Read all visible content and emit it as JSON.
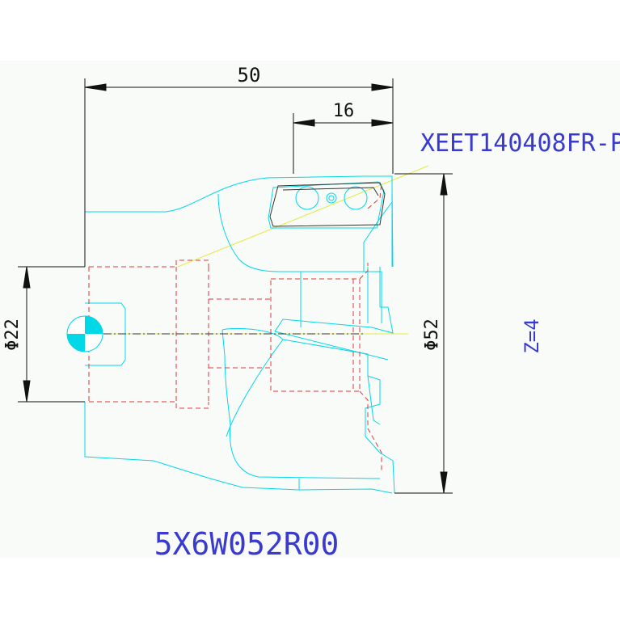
{
  "dimensions": {
    "overall_length": "50",
    "insert_offset": "16",
    "bore_diameter": "Φ22",
    "cutter_diameter": "Φ52"
  },
  "insert_code": "XEET140408FR-P",
  "teeth": "Z=4",
  "part_number": "5X6W052R00",
  "colors": {
    "outline": "#00d8e8",
    "hidden": "#e03a3a",
    "dim": "#111111",
    "label": "#3a3ad0",
    "center": "#e8e840"
  }
}
